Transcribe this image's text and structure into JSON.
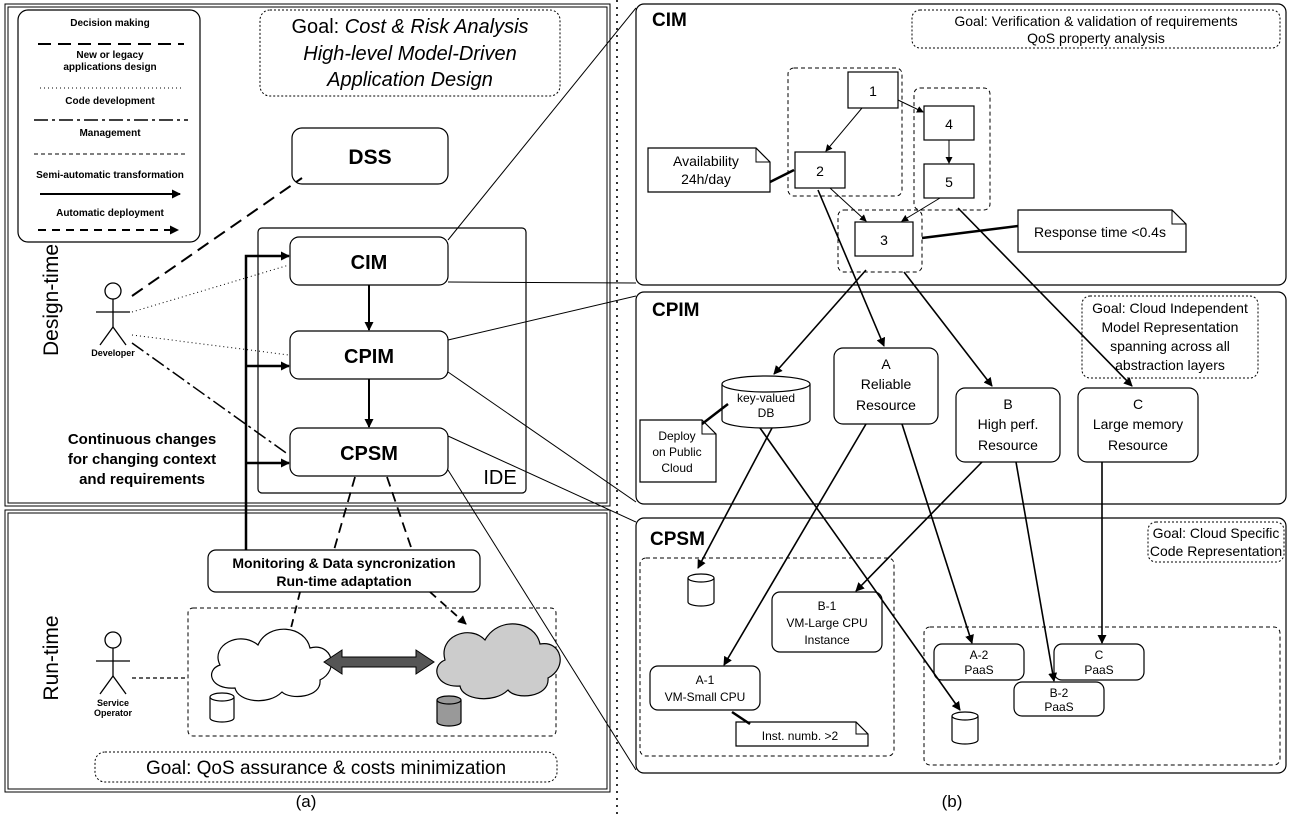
{
  "legend": {
    "decision_making": "Decision making",
    "new_or_legacy_line1": "New or legacy",
    "new_or_legacy_line2": "applications design",
    "code_development": "Code development",
    "management": "Management",
    "semi_automatic": "Semi-automatic transformation",
    "automatic_deployment": "Automatic deployment"
  },
  "left": {
    "goal_prefix": "Goal: ",
    "goal_line1": "Cost & Risk Analysis",
    "goal_line2": "High-level Model-Driven",
    "goal_line3": "Application Design",
    "dss": "DSS",
    "cim": "CIM",
    "cpim": "CPIM",
    "cpsm": "CPSM",
    "ide": "IDE",
    "design_time": "Design-time",
    "run_time": "Run-time",
    "developer": "Developer",
    "service_operator_line1": "Service",
    "service_operator_line2": "Operator",
    "continuous_line1": "Continuous changes",
    "continuous_line2": "for changing context",
    "continuous_line3": "and requirements",
    "monitoring_line1": "Monitoring & Data syncronization",
    "monitoring_line2": "Run-time adaptation",
    "qos_goal": "Goal: QoS assurance & costs minimization",
    "caption": "(a)"
  },
  "cim_panel": {
    "title": "CIM",
    "goal_line1": "Goal: Verification & validation of requirements",
    "goal_line2": "QoS property analysis",
    "nodes": [
      "1",
      "2",
      "3",
      "4",
      "5"
    ],
    "availability_line1": "Availability",
    "availability_line2": "24h/day",
    "response_time": "Response time <0.4s"
  },
  "cpim_panel": {
    "title": "CPIM",
    "goal_line1": "Goal: Cloud Independent",
    "goal_line2": "Model Representation",
    "goal_line3": "spanning across all",
    "goal_line4": "abstraction layers",
    "db_line1": "key-valued",
    "db_line2": "DB",
    "deploy_line1": "Deploy",
    "deploy_line2": "on Public",
    "deploy_line3": "Cloud",
    "res_a_line1": "A",
    "res_a_line2": "Reliable",
    "res_a_line3": "Resource",
    "res_b_line1": "B",
    "res_b_line2": "High perf.",
    "res_b_line3": "Resource",
    "res_c_line1": "C",
    "res_c_line2": "Large memory",
    "res_c_line3": "Resource"
  },
  "cpsm_panel": {
    "title": "CPSM",
    "goal_line1": "Goal: Cloud Specific",
    "goal_line2": "Code Representation",
    "a1_line1": "A-1",
    "a1_line2": "VM-Small CPU",
    "b1_line1": "B-1",
    "b1_line2": "VM-Large CPU",
    "b1_line3": "Instance",
    "a2_line1": "A-2",
    "a2_line2": "PaaS",
    "c_line1": "C",
    "c_line2": "PaaS",
    "b2_line1": "B-2",
    "b2_line2": "PaaS",
    "inst_note": "Inst. numb. >2"
  },
  "caption_b": "(b)"
}
